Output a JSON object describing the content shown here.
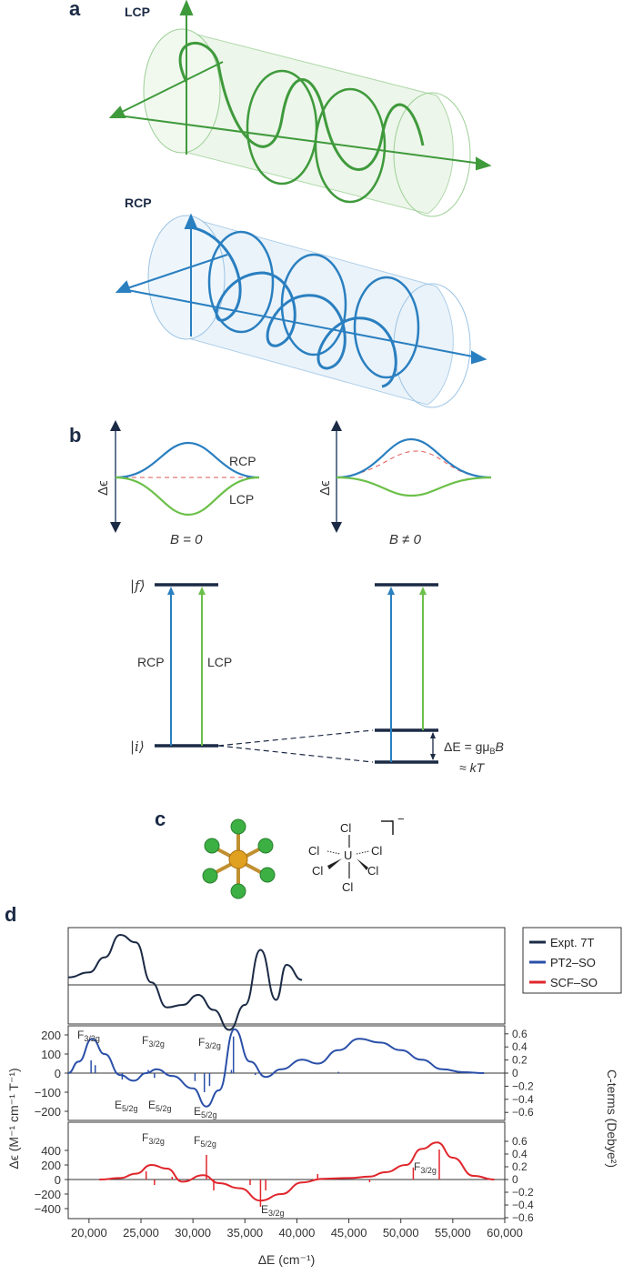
{
  "panels": {
    "a": "a",
    "b": "b",
    "c": "c",
    "d": "d"
  },
  "panel_a": {
    "lcp_label": "LCP",
    "rcp_label": "RCP",
    "lcp_color": "#3f9a3c",
    "rcp_color": "#2a7fc0"
  },
  "panel_b": {
    "delta_eps": "Δϵ",
    "rcp": "RCP",
    "lcp": "LCP",
    "b_zero": "B = 0",
    "b_nonzero": "B ≠ 0",
    "state_f": "|f⟩",
    "state_i": "|i⟩",
    "arrow_rcp": "RCP",
    "arrow_lcp": "LCP",
    "zeeman_line1": "ΔE = gμ",
    "zeeman_sub": "B",
    "zeeman_line1_end": "B",
    "zeeman_line2": "≈ kT",
    "level_color": "#1b2a45"
  },
  "panel_c": {
    "atoms": [
      "Cl",
      "Cl",
      "Cl",
      "U",
      "Cl",
      "Cl",
      "Cl"
    ],
    "charge": "−",
    "u_color": "#e0a020",
    "cl_color": "#3cb043"
  },
  "panel_d": {
    "legend": [
      {
        "name": "Expt. 7T",
        "color": "#1b2a45"
      },
      {
        "name": "PT2–SO",
        "color": "#2a4fa8"
      },
      {
        "name": "SCF–SO",
        "color": "#e0262c"
      }
    ],
    "ylabel_left": "Δϵ (M⁻¹ cm⁻¹ T⁻¹)",
    "ylabel_right": "C-terms (Debye²)",
    "xlabel": "ΔE (cm⁻¹)",
    "x_ticks": [
      "20,000",
      "25,000",
      "30,000",
      "35,000",
      "40,000",
      "45,000",
      "50,000",
      "55,000",
      "60,000"
    ],
    "left_ticks_mid": [
      "200",
      "100",
      "0",
      "−100",
      "−200"
    ],
    "left_ticks_bot": [
      "400",
      "200",
      "0",
      "−200",
      "−400"
    ],
    "right_ticks": [
      "0.6",
      "0.4",
      "0.2",
      "0",
      "−0.2",
      "−0.4",
      "−0.6"
    ],
    "annot_mid": [
      {
        "base": "F",
        "sub": "3/2g"
      },
      {
        "base": "F",
        "sub": "3/2g"
      },
      {
        "base": "F",
        "sub": "3/2g"
      },
      {
        "base": "E",
        "sub": "5/2g"
      },
      {
        "base": "E",
        "sub": "5/2g"
      },
      {
        "base": "E",
        "sub": "5/2g"
      }
    ],
    "annot_bot": [
      {
        "base": "F",
        "sub": "3/2g"
      },
      {
        "base": "F",
        "sub": "5/2g"
      },
      {
        "base": "F",
        "sub": "3/2g"
      },
      {
        "base": "E",
        "sub": "3/2g"
      }
    ]
  },
  "chart_data": {
    "type": "line",
    "xlabel": "ΔE (cm⁻¹)",
    "ylabel": "Δϵ (M⁻¹ cm⁻¹ T⁻¹)",
    "y2label": "C-terms (Debye²)",
    "xlim": [
      18000,
      60000
    ],
    "series": [
      {
        "name": "Expt. 7T",
        "x": [
          18000,
          20000,
          21500,
          23000,
          24500,
          26000,
          27500,
          29000,
          30500,
          32000,
          33500,
          35000,
          36500,
          38000,
          39000,
          40500
        ],
        "values": [
          0.15,
          0.25,
          0.55,
          1.0,
          0.85,
          0.05,
          -0.45,
          -0.4,
          -0.2,
          -0.5,
          -0.9,
          -0.4,
          0.7,
          -0.3,
          0.4,
          0.1
        ]
      },
      {
        "name": "PT2–SO",
        "x": [
          18000,
          19000,
          20300,
          21500,
          23000,
          24300,
          25500,
          26500,
          28000,
          30000,
          31300,
          32500,
          34000,
          35500,
          37000,
          38500,
          40500,
          42000,
          44000,
          46000,
          48000,
          50000,
          52000,
          54000,
          56000,
          58000
        ],
        "values": [
          0,
          60,
          180,
          100,
          -10,
          -40,
          0,
          20,
          -15,
          -80,
          -175,
          -90,
          230,
          60,
          -20,
          20,
          70,
          50,
          120,
          180,
          160,
          120,
          70,
          20,
          5,
          0
        ]
      },
      {
        "name": "SCF–SO",
        "x": [
          21000,
          23000,
          24500,
          26000,
          27500,
          29000,
          31000,
          32500,
          34500,
          36500,
          38500,
          40500,
          42500,
          45000,
          47000,
          48500,
          50500,
          52000,
          53500,
          55000,
          57000,
          59000
        ],
        "values": [
          0,
          20,
          80,
          200,
          150,
          -30,
          60,
          -50,
          -120,
          -290,
          -200,
          -40,
          10,
          20,
          40,
          100,
          200,
          420,
          510,
          300,
          50,
          0
        ]
      }
    ]
  }
}
